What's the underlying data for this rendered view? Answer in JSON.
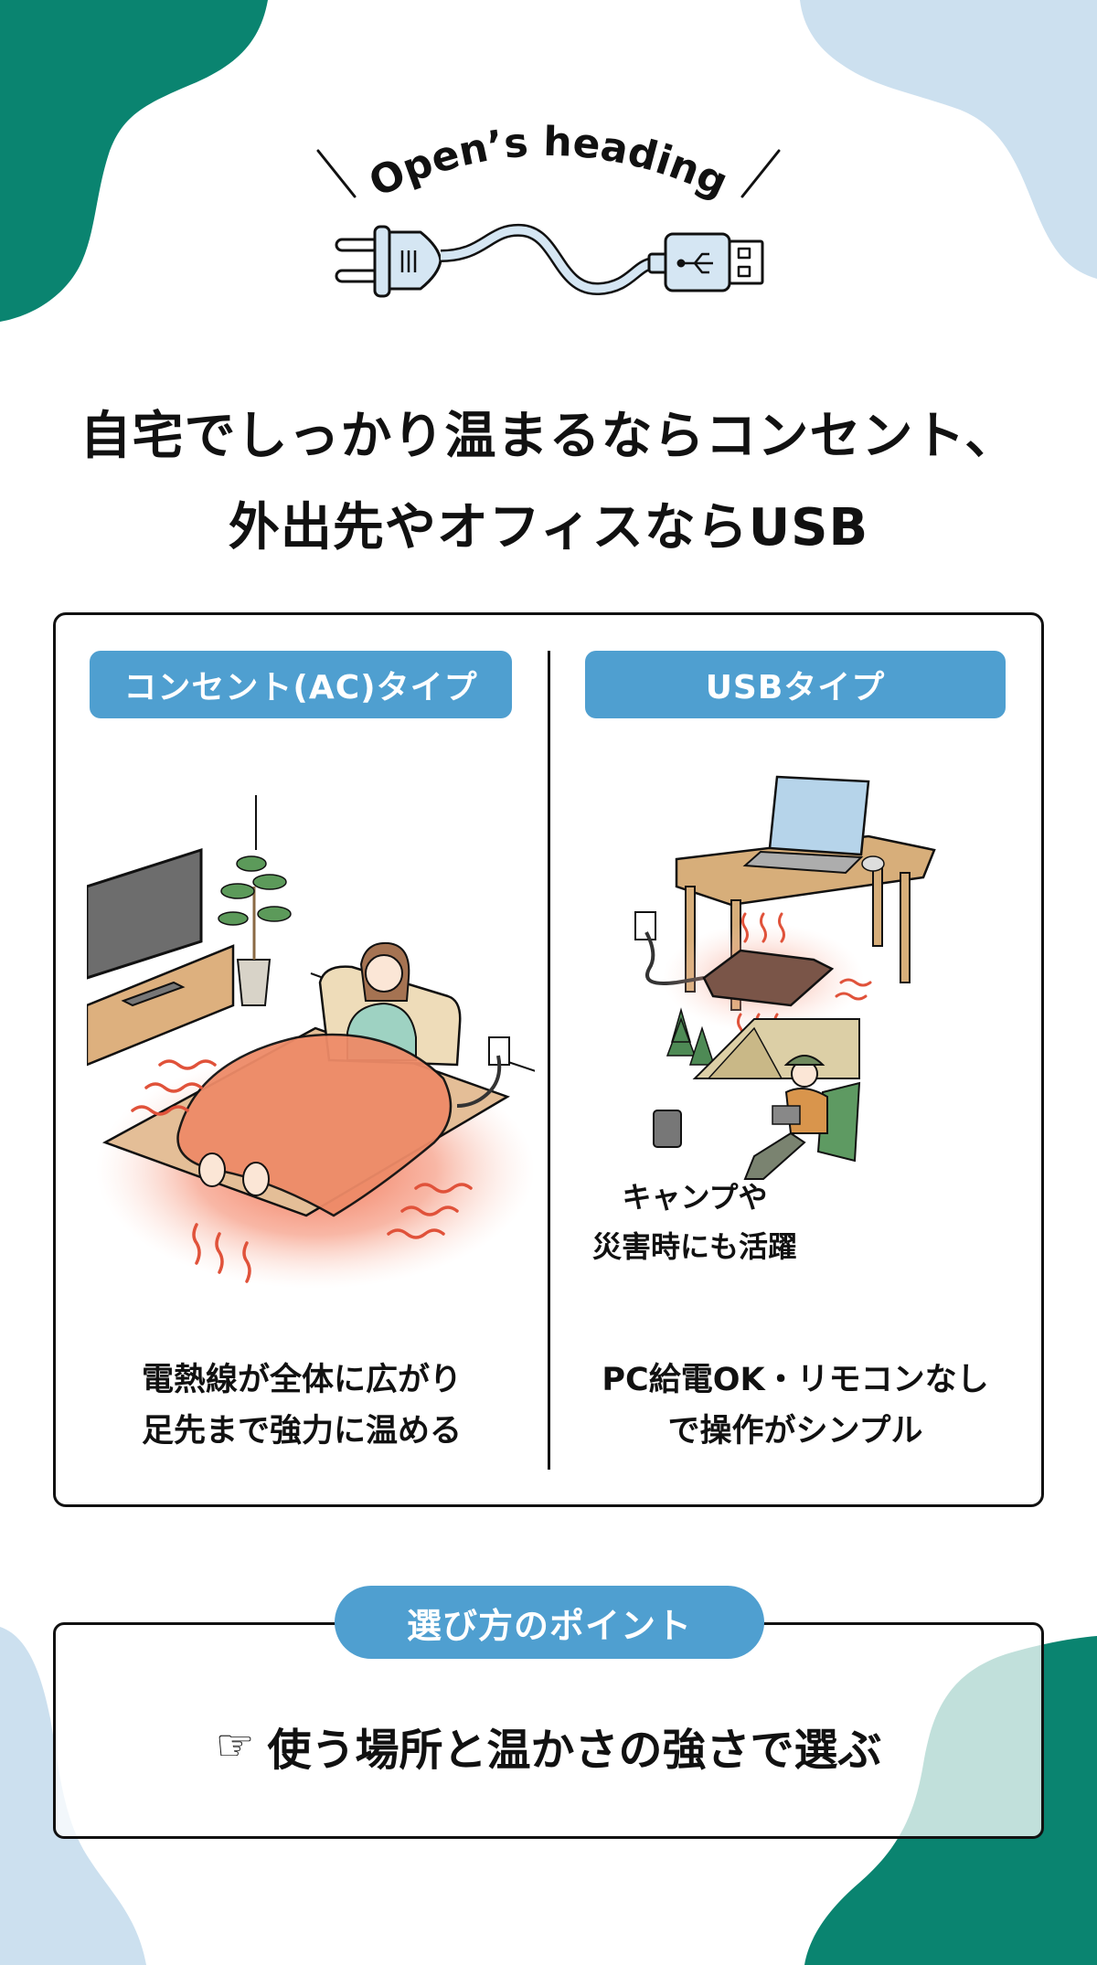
{
  "colors": {
    "green_blob": "#0A8470",
    "blue_blob": "#CCE0EF",
    "pill_blue": "#4F9FD0",
    "heat_red": "#E8533A",
    "text": "#111111"
  },
  "header": {
    "arc_heading": "Open’s heading",
    "icon": "plug-to-usb-cable-icon"
  },
  "title": {
    "line1": "自宅でしっかり温まるならコンセント、",
    "line2": "外出先やオフィスならUSB"
  },
  "comparison": {
    "ac": {
      "label": "コンセント(AC)タイプ",
      "illustration": "woman-under-heated-blanket-on-electric-carpet",
      "caption_line1": "電熱線が全体に広がり",
      "caption_line2": "足先まで強力に温める"
    },
    "usb": {
      "label": "USBタイプ",
      "illustration": "usb-heated-cushion-under-desk-and-camper-with-battery",
      "note_line1": "キャンプや",
      "note_line2": "災害時にも活躍",
      "caption_line1": "PC給電OK・リモコンなし",
      "caption_line2": "で操作がシンプル"
    }
  },
  "point": {
    "label": "選び方のポイント",
    "icon": "pointing-hand-icon",
    "hand_glyph": "☞",
    "text": "使う場所と温かさの強さで選ぶ"
  }
}
